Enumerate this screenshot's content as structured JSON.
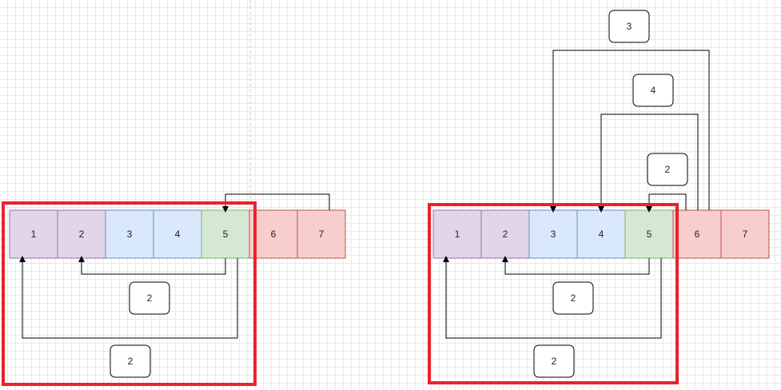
{
  "colors": {
    "purple_fill": "#e1d5e7",
    "purple_stroke": "#9673a6",
    "blue_fill": "#dae8fc",
    "blue_stroke": "#6c8ebf",
    "green_fill": "#d5e8d4",
    "green_stroke": "#82b366",
    "red_fill": "#f8cecc",
    "red_stroke": "#b85450",
    "highlight": "#e8232d",
    "line": "#000000"
  },
  "left_diagram": {
    "cells": [
      {
        "label": "1",
        "color": "purple"
      },
      {
        "label": "2",
        "color": "purple"
      },
      {
        "label": "3",
        "color": "blue"
      },
      {
        "label": "4",
        "color": "blue"
      },
      {
        "label": "5",
        "color": "green"
      },
      {
        "label": "6",
        "color": "red"
      },
      {
        "label": "7",
        "color": "red"
      }
    ],
    "labels": [
      "2",
      "2"
    ]
  },
  "right_diagram": {
    "cells": [
      {
        "label": "1",
        "color": "purple"
      },
      {
        "label": "2",
        "color": "purple"
      },
      {
        "label": "3",
        "color": "blue"
      },
      {
        "label": "4",
        "color": "blue"
      },
      {
        "label": "5",
        "color": "green"
      },
      {
        "label": "6",
        "color": "red"
      },
      {
        "label": "7",
        "color": "red"
      }
    ],
    "labels": [
      "3",
      "4",
      "2",
      "2",
      "2"
    ]
  }
}
